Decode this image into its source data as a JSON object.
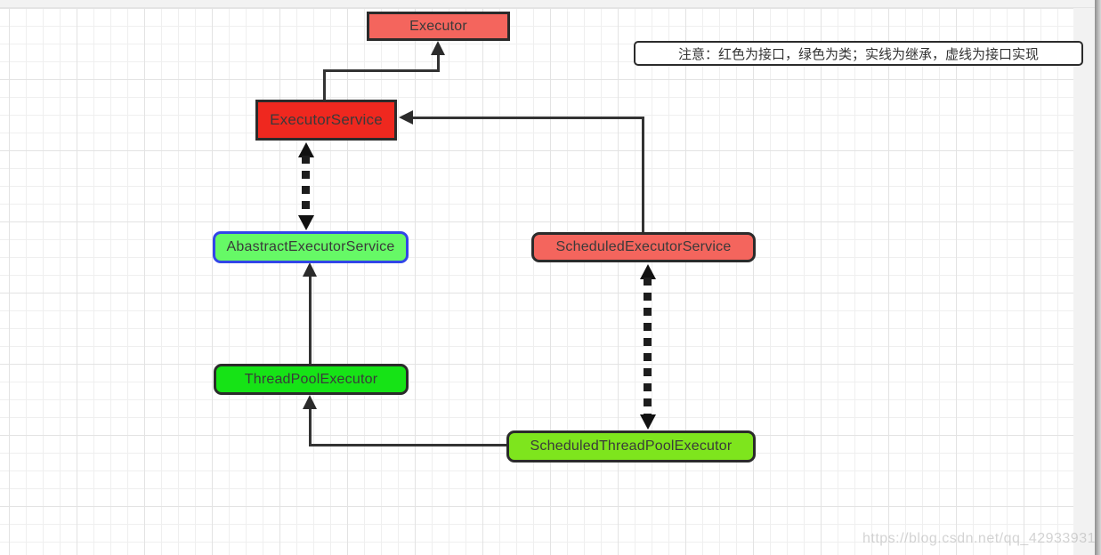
{
  "note": {
    "text": "注意：红色为接口，绿色为类；实线为继承，虚线为接口实现"
  },
  "watermark": {
    "text": "https://blog.csdn.net/qq_42933931"
  },
  "colors": {
    "interface_salmon": "#f4655d",
    "interface_red": "#ef281f",
    "class_light_green": "#66f966",
    "class_green": "#16e316",
    "class_yellow_green": "#7ee51d",
    "abstract_border_blue": "#3246e8",
    "connector": "#333333"
  },
  "nodes": [
    {
      "id": "executor",
      "label": "Executor",
      "kind": "interface"
    },
    {
      "id": "executor-service",
      "label": "ExecutorService",
      "kind": "interface"
    },
    {
      "id": "abstract-executor-service",
      "label": "AbastractExecutorService",
      "kind": "class"
    },
    {
      "id": "scheduled-executor-service",
      "label": "ScheduledExecutorService",
      "kind": "interface"
    },
    {
      "id": "thread-pool-executor",
      "label": "ThreadPoolExecutor",
      "kind": "class"
    },
    {
      "id": "scheduled-thread-pool-executor",
      "label": "ScheduledThreadPoolExecutor",
      "kind": "class"
    }
  ],
  "edges": [
    {
      "from": "ExecutorService",
      "to": "Executor",
      "style": "solid",
      "meaning": "继承"
    },
    {
      "from": "ScheduledExecutorService",
      "to": "ExecutorService",
      "style": "solid",
      "meaning": "继承"
    },
    {
      "from": "AbastractExecutorService",
      "to": "ExecutorService",
      "style": "dashed-double",
      "meaning": "接口实现"
    },
    {
      "from": "ThreadPoolExecutor",
      "to": "AbastractExecutorService",
      "style": "solid",
      "meaning": "继承"
    },
    {
      "from": "ScheduledThreadPoolExecutor",
      "to": "ThreadPoolExecutor",
      "style": "solid",
      "meaning": "继承"
    },
    {
      "from": "ScheduledThreadPoolExecutor",
      "to": "ScheduledExecutorService",
      "style": "dashed-double",
      "meaning": "接口实现"
    }
  ]
}
